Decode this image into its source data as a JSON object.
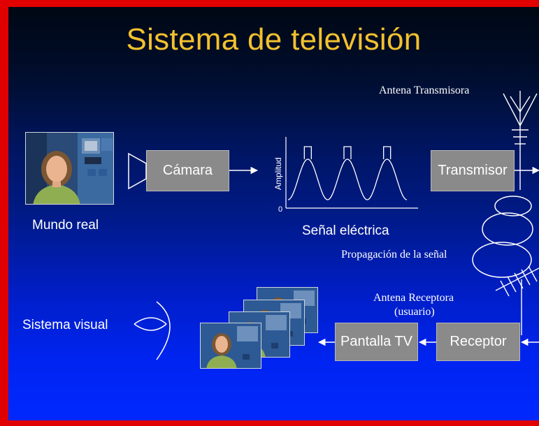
{
  "slide": {
    "title": "Sistema de televisión",
    "colors": {
      "title": "#f2c12e",
      "box": "#8a8a8a",
      "frame": "#e00000",
      "line": "#ffffff"
    }
  },
  "nodes": {
    "camera": "Cámara",
    "transmitter": "Transmisor",
    "receiver": "Receptor",
    "screen": "Pantalla TV"
  },
  "labels": {
    "real_world": "Mundo real",
    "signal": "Señal eléctrica",
    "tx_antenna": "Antena Transmisora",
    "propagation": "Propagación de la señal",
    "rx_antenna_line1": "Antena Receptora",
    "rx_antenna_line2": "(usuario)",
    "visual_system": "Sistema visual"
  },
  "waveform": {
    "ylabel": "Amplitud",
    "origin_label": "0"
  },
  "icons": [
    "video-camera-icon",
    "eye-icon",
    "transmitter-antenna-icon",
    "receiver-antenna-icon",
    "news-anchor-image"
  ]
}
